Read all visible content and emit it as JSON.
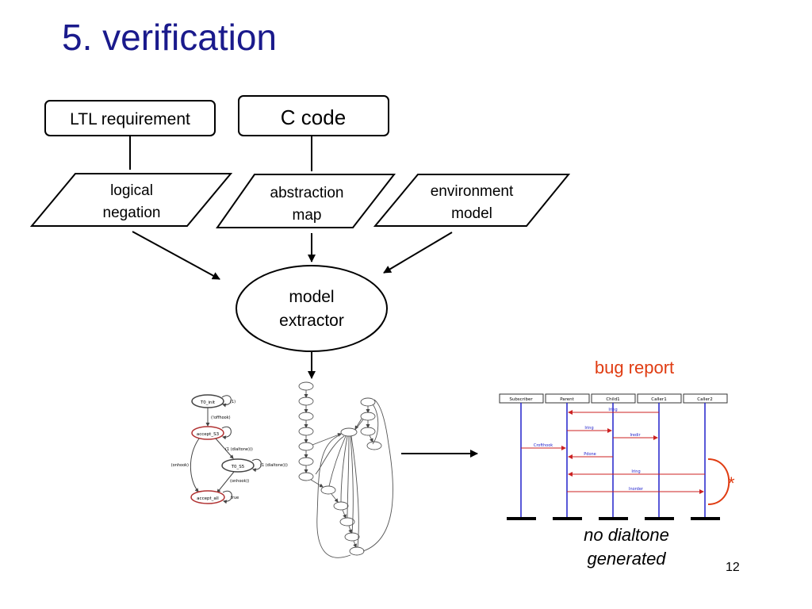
{
  "slide": {
    "title": "5. verification",
    "page_number": "12"
  },
  "flow": {
    "ltl_requirement": "LTL requirement",
    "c_code": "C code",
    "logical_negation": [
      "logical",
      "negation"
    ],
    "abstraction_map": [
      "abstraction",
      "map"
    ],
    "environment_model": [
      "environment",
      "model"
    ],
    "model_extractor": [
      "model",
      "extractor"
    ]
  },
  "bug_report": {
    "title": "bug report",
    "caption": [
      "no dialtone",
      "generated"
    ],
    "columns": [
      "Subscriber",
      "Parent",
      "Child1",
      "Caller1",
      "Caller2"
    ],
    "messages": [
      "Iring",
      "Iring",
      "Iredir",
      "Crofthook",
      "Pdone",
      "Iring",
      "Inorder"
    ],
    "loop_marker": "*"
  },
  "buchi_automaton": {
    "states": [
      "T0_init",
      "accept_S3",
      "T0_S5",
      "accept_all"
    ],
    "labels": [
      "(1)",
      "(!offhook)",
      "(1 (dialtone)))",
      "(1 (dialtone)))",
      "(onhook)",
      "(onhook))",
      "true"
    ]
  },
  "colors": {
    "title": "#1a1a8c",
    "bug_report": "#e03c12",
    "lifeline": "#2222cc",
    "message": "#cc2222",
    "accept_state": "#b03030"
  }
}
